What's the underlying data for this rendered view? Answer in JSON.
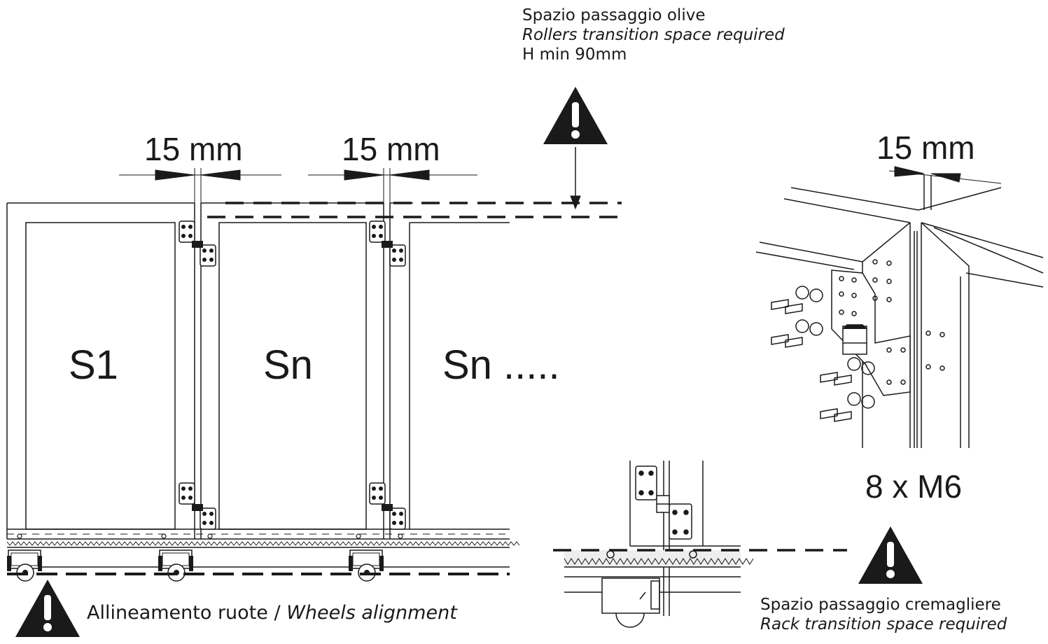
{
  "notes": {
    "rollers": {
      "line1": "Spazio passaggio olive",
      "line2": "Rollers transition space required",
      "line3": "H min 90mm"
    },
    "rack": {
      "line1": "Spazio passaggio cremagliere",
      "line2": "Rack transition space required"
    },
    "wheels": {
      "it": "Allineamento ruote",
      "sep": "/",
      "en": "Wheels alignment"
    }
  },
  "dimensions": {
    "gap_1": "15 mm",
    "gap_2": "15 mm",
    "gap_detail": "15 mm"
  },
  "panels": {
    "first": "S1",
    "second": "Sn",
    "third": "Sn ....."
  },
  "fasteners": "8 x M6",
  "icons": {
    "warning": "warning-triangle-icon"
  },
  "colors": {
    "line": "#1a1a1a",
    "background": "#ffffff"
  }
}
